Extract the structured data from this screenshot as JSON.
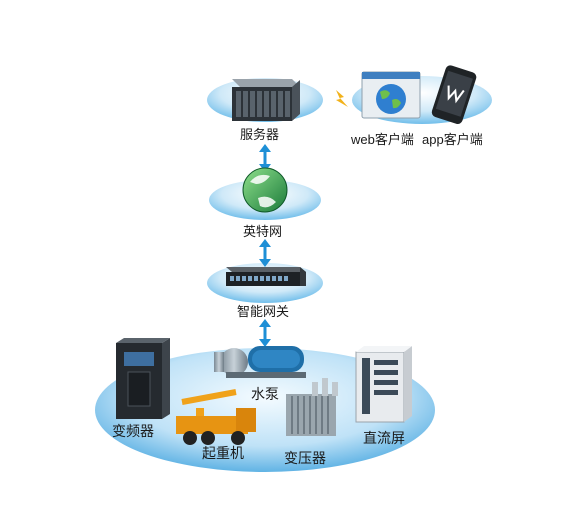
{
  "nodes": {
    "server": {
      "label": "服务器"
    },
    "web_client": {
      "label": "web客户端"
    },
    "app_client": {
      "label": "app客户端"
    },
    "internet": {
      "label": "英特网"
    },
    "gateway": {
      "label": "智能网关"
    }
  },
  "devices": {
    "water_pump": {
      "label": "水泵"
    },
    "inverter": {
      "label": "变频器"
    },
    "crane": {
      "label": "起重机"
    },
    "transformer": {
      "label": "变压器"
    },
    "dc_panel": {
      "label": "直流屏"
    }
  },
  "colors": {
    "ellipse": "#5fb6e8",
    "ellipse_light": "#d3ecf9",
    "arrow": "#1e8fd6",
    "lightning": "#f2b21b"
  }
}
